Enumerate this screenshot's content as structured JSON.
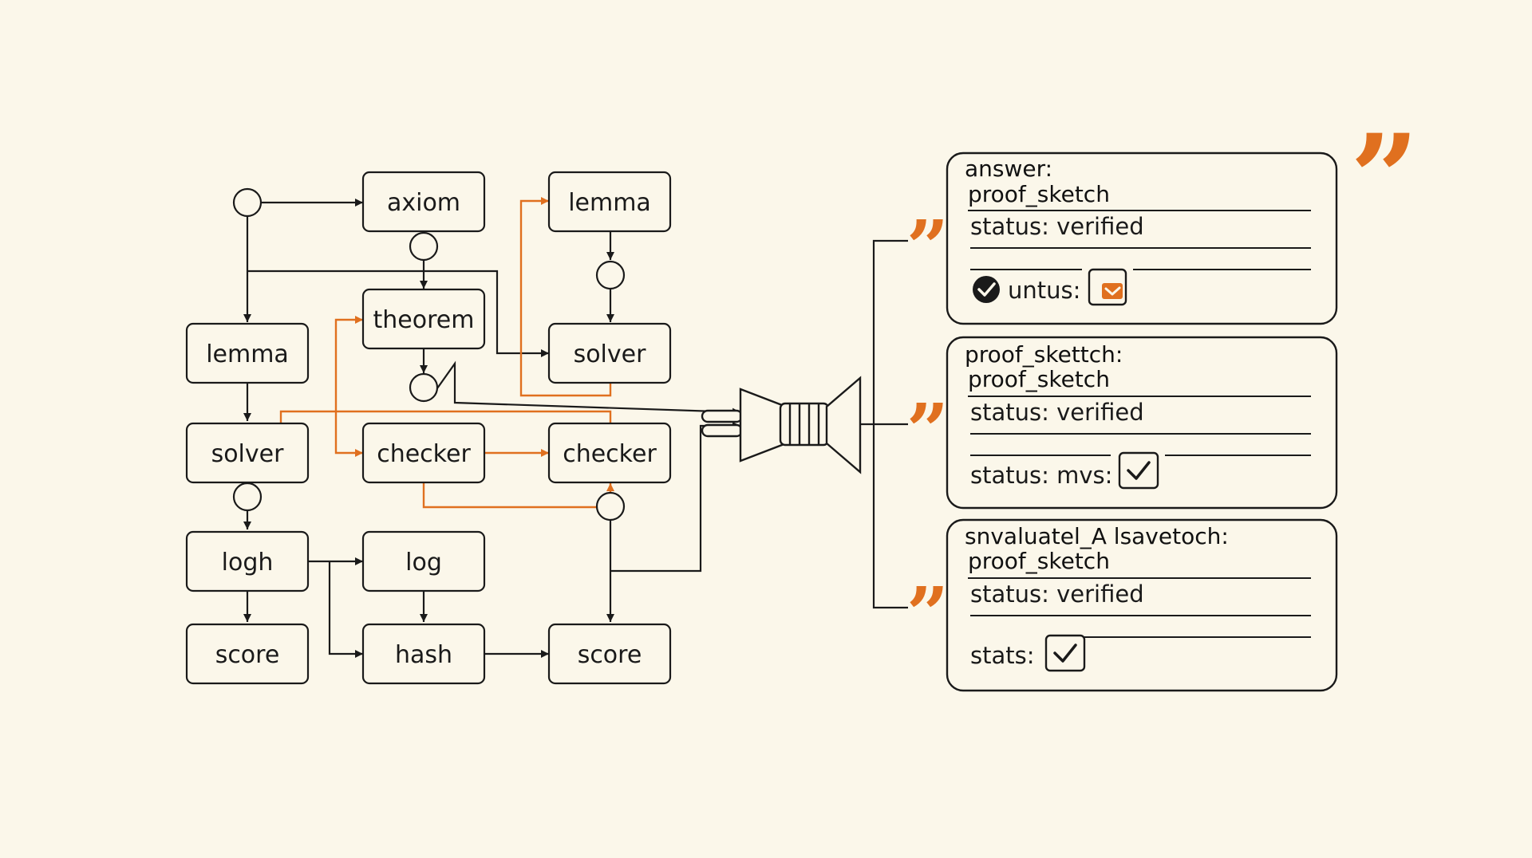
{
  "colors": {
    "background": "#fbf7ea",
    "ink": "#1a1a1a",
    "accent": "#e0701f",
    "node_fill": "#fbf7ea"
  },
  "flowchart": {
    "nodes": [
      {
        "id": "axiom",
        "label": "axiom"
      },
      {
        "id": "lemma_top",
        "label": "lemma"
      },
      {
        "id": "theorem",
        "label": "theorem"
      },
      {
        "id": "lemma_left",
        "label": "lemma"
      },
      {
        "id": "solver_right",
        "label": "solver"
      },
      {
        "id": "solver_left",
        "label": "solver"
      },
      {
        "id": "checker_mid",
        "label": "checker"
      },
      {
        "id": "checker_right",
        "label": "checker"
      },
      {
        "id": "logh",
        "label": "logh"
      },
      {
        "id": "log",
        "label": "log"
      },
      {
        "id": "score_left",
        "label": "score"
      },
      {
        "id": "hash",
        "label": "hash"
      },
      {
        "id": "score_right",
        "label": "score"
      }
    ]
  },
  "funnel_icon": "funnel-connector-icon",
  "quote_glyph": "”",
  "cards": [
    {
      "title": "answer:",
      "line1": "proof_sketch",
      "line2": "status: verified",
      "line3": "untus:",
      "check_style": "orange-checkbox",
      "badge_icon": "check-circle-icon"
    },
    {
      "title": "proof_skettch:",
      "line1": "proof_sketch",
      "line2": "status: verified",
      "line3": "status: mvs:",
      "check_style": "checkbox"
    },
    {
      "title": "snvaluatel_A lsavetoch:",
      "line1": "proof_sketch",
      "line2": "status: verified",
      "line3": "stats:",
      "check_style": "checkbox"
    }
  ]
}
